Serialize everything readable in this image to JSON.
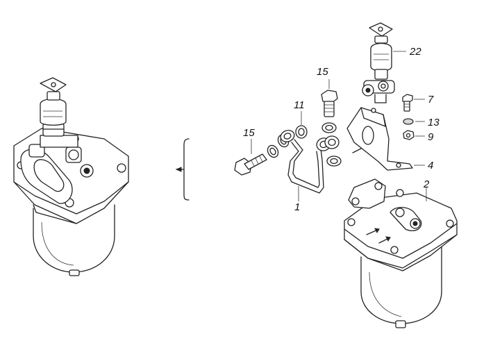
{
  "diagram": {
    "callouts": {
      "c15_top": "15",
      "c11": "11",
      "c15_left": "15",
      "c1": "1",
      "c22": "22",
      "c7": "7",
      "c13": "13",
      "c9": "9",
      "c4": "4",
      "c2": "2"
    }
  }
}
